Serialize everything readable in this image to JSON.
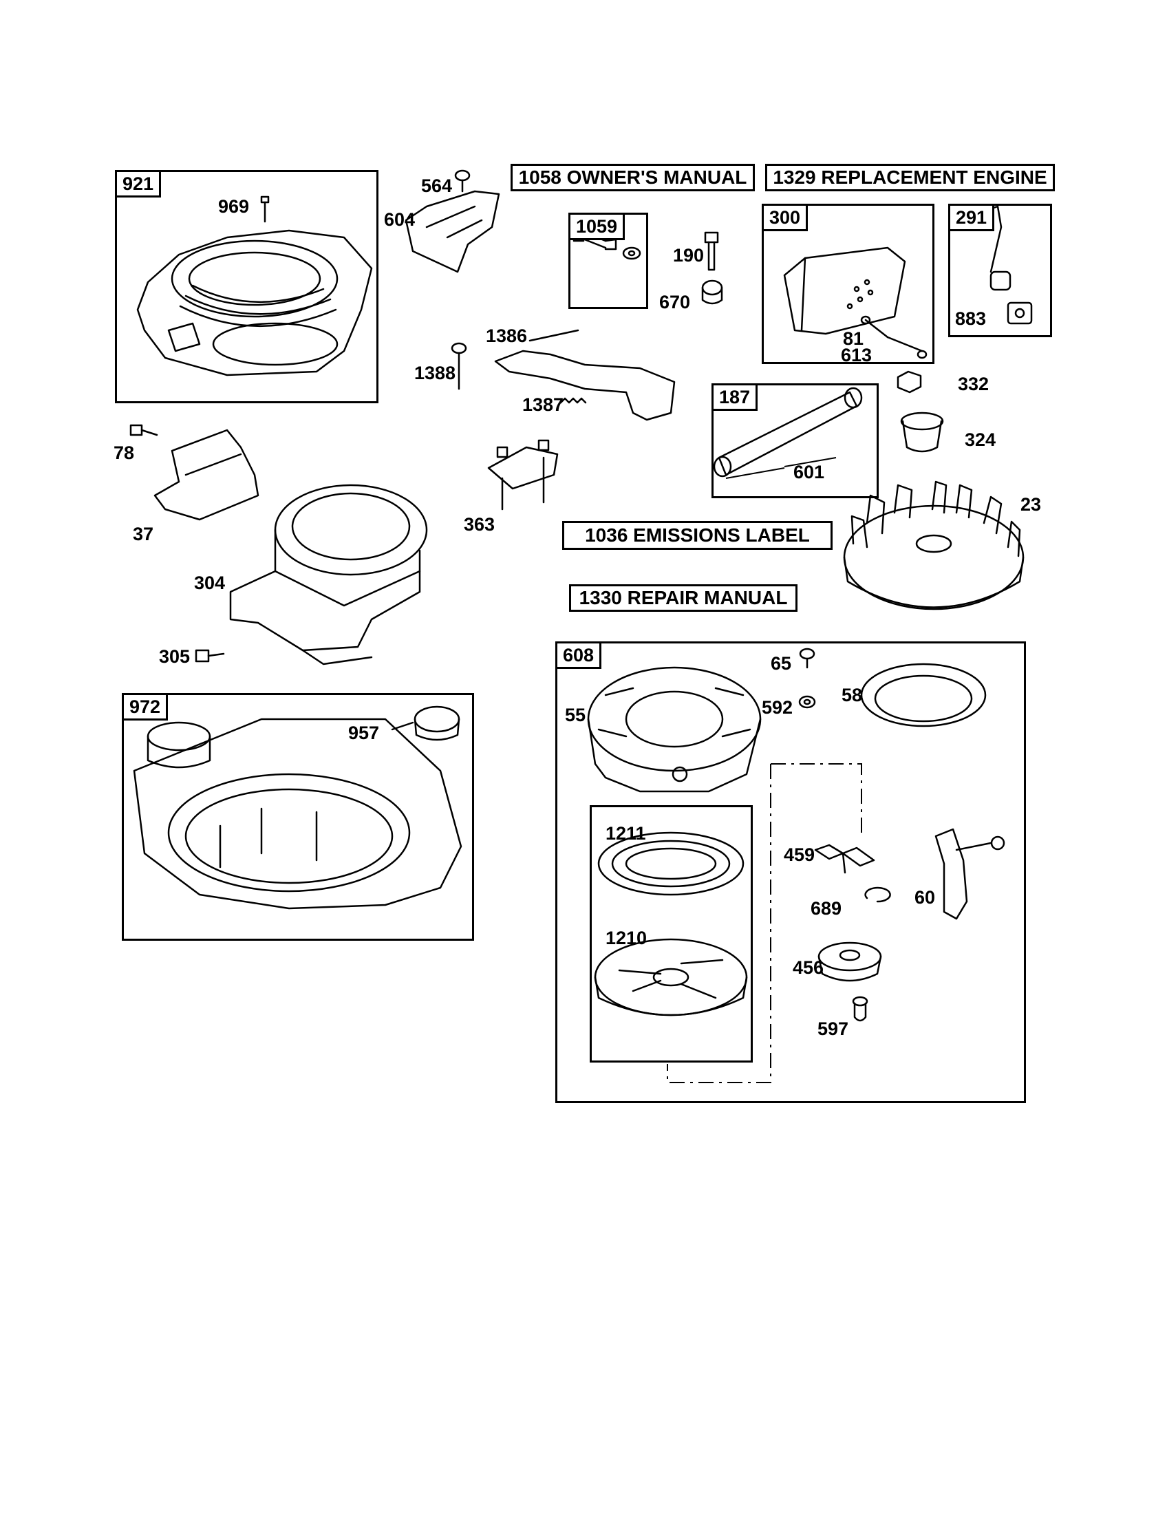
{
  "callouts": {
    "owners_manual": "1058 OWNER'S MANUAL",
    "replacement_engine": "1329 REPLACEMENT ENGINE",
    "emissions_label": "1036 EMISSIONS LABEL",
    "repair_manual": "1330 REPAIR MANUAL"
  },
  "boxes": {
    "b921": "921",
    "b1059": "1059",
    "b300": "300",
    "b291": "291",
    "b187": "187",
    "b972": "972",
    "b608": "608"
  },
  "parts": {
    "p969": "969",
    "p564": "564",
    "p604": "604",
    "p190": "190",
    "p670": "670",
    "p81": "81",
    "p613": "613",
    "p883": "883",
    "p1386": "1386",
    "p1388": "1388",
    "p1387": "1387",
    "p332": "332",
    "p324": "324",
    "p601": "601",
    "p78": "78",
    "p37": "37",
    "p363": "363",
    "p23": "23",
    "p304": "304",
    "p305": "305",
    "p957": "957",
    "p65": "65",
    "p55": "55",
    "p592": "592",
    "p58": "58",
    "p1211": "1211",
    "p459": "459",
    "p689": "689",
    "p60": "60",
    "p1210": "1210",
    "p456": "456",
    "p597": "597"
  }
}
